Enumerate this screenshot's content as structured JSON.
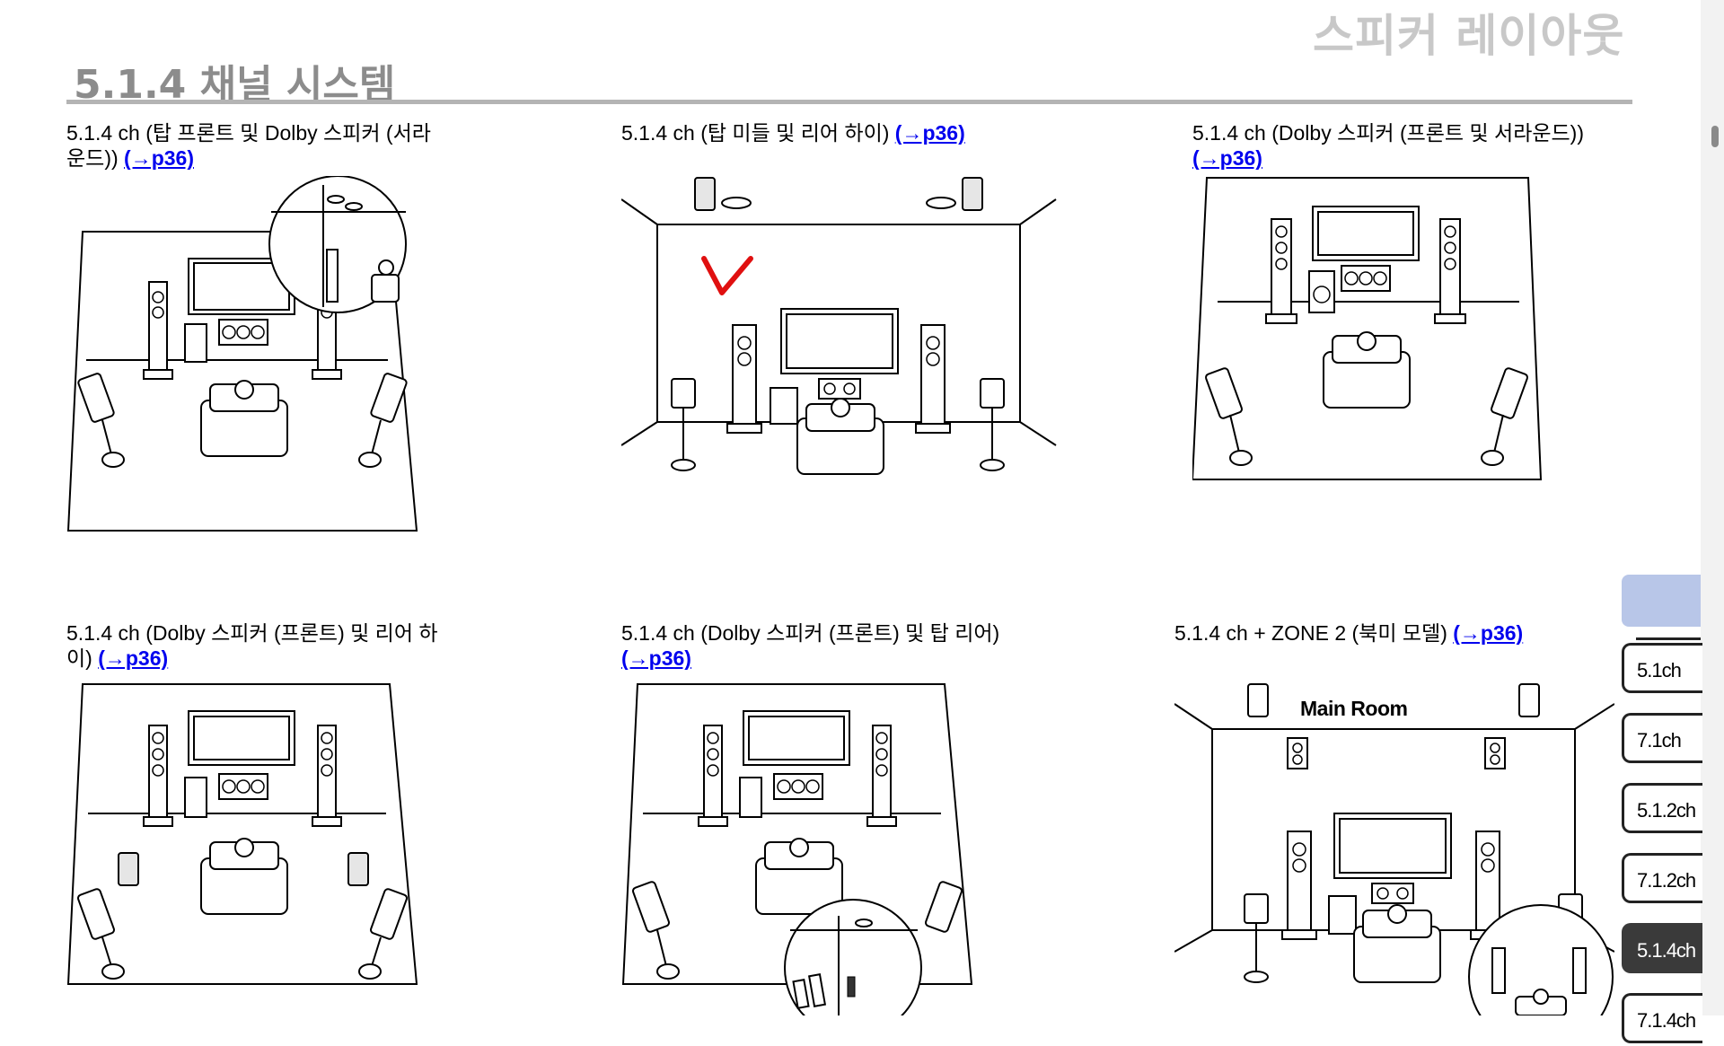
{
  "header": {
    "page_title": "스피커 레이아웃"
  },
  "section": {
    "title": "5.1.4 채널 시스템"
  },
  "figures": [
    {
      "caption": "5.1.4 ch (탑 프론트 및 Dolby 스피커 (서라운드))",
      "link": "(→p36)"
    },
    {
      "caption": "5.1.4 ch (탑 미들 및 리어 하이)",
      "link": "(→p36)"
    },
    {
      "caption": "5.1.4 ch (Dolby 스피커 (프론트 및 서라운드))",
      "link": "(→p36)"
    },
    {
      "caption": "5.1.4 ch (Dolby 스피커 (프론트) 및 리어 하이)",
      "link": "(→p36)"
    },
    {
      "caption": "5.1.4 ch (Dolby 스피커 (프론트) 및 탑 리어)",
      "link": "(→p36)"
    },
    {
      "caption": "5.1.4 ch + ZONE 2 (북미 모델)",
      "link": "(→p36)"
    }
  ],
  "zone2": {
    "room_label": "Main Room"
  },
  "annotation": {
    "mark": "checkmark",
    "color": "#e01010"
  },
  "tabs": [
    {
      "label": "5.1ch",
      "active": false
    },
    {
      "label": "7.1ch",
      "active": false
    },
    {
      "label": "5.1.2ch",
      "active": false
    },
    {
      "label": "7.1.2ch",
      "active": false
    },
    {
      "label": "5.1.4ch",
      "active": true
    },
    {
      "label": "7.1.4ch",
      "active": false
    }
  ]
}
